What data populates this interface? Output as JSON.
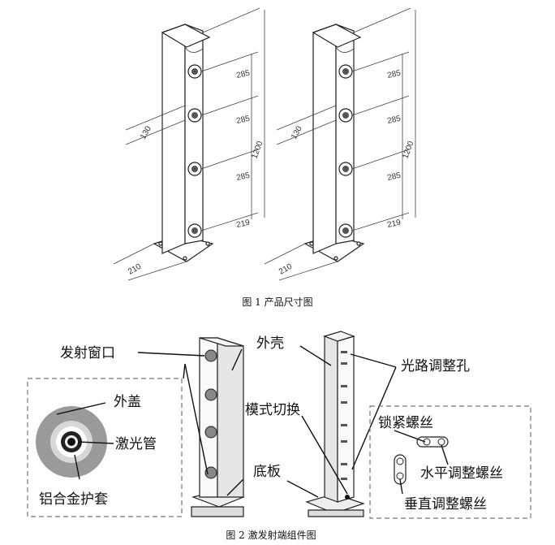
{
  "figure1": {
    "caption": "图 1 产品尺寸图",
    "spacing_labels": [
      "285",
      "285",
      "285",
      "219"
    ],
    "height_label": "1200",
    "depth_label": "130",
    "width_label": "210"
  },
  "figure2": {
    "caption": "图 2 激发射端组件图",
    "labels": {
      "emit_window": "发射窗口",
      "outer_cover": "外盖",
      "laser_tube": "激光管",
      "aluminum_sleeve": "铝合金护套",
      "shell": "外壳",
      "mode_switch": "模式切换",
      "base_plate": "底板",
      "light_path_hole": "光路调整孔",
      "lock_screw": "锁紧螺丝",
      "horizontal_screw": "水平调整螺丝",
      "vertical_screw": "垂直调整螺丝"
    }
  }
}
